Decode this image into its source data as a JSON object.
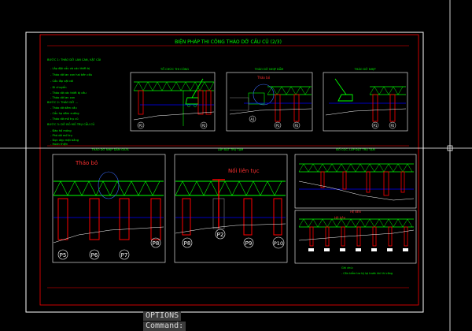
{
  "drawing": {
    "title": "BIỆN PHÁP THI CÔNG THÁO DỠ CẦU CŨ (2/3)",
    "steps": [
      {
        "heading": "BƯỚC 1: THÁO DỠ LAN CAN, VẬT CẢI",
        "lines": [
          "- Lắp đặt cẩu và các thiết bị",
          "- Tháo dỡ lan can hai bên cầu",
          "- Cẩu lắp vật cải",
          "- Di chuyển",
          "- Tháo dỡ các thiết bị cầu",
          "- Tháo dỡ lan can"
        ]
      },
      {
        "heading": "BƯỚC 2: THÁO DỠ ...",
        "lines": [
          "- Tháo dỡ dầm cầu",
          "- Cẩu hạ dầm xuống",
          "- Tháo dỡ mố trụ cũ"
        ]
      },
      {
        "heading": "BƯỚC 3: DỠ BỎ MỐ TRỤ CẦU CŨ",
        "lines": [
          "- Đào hố móng",
          "- Phá dỡ mố trụ",
          "- Dọn dẹp mặt bằng",
          "- Hoàn thiện"
        ]
      }
    ],
    "views": {
      "top1": {
        "title": "TỔ CHỨC THI CÔNG",
        "piers": [
          "P1",
          "P2"
        ]
      },
      "top2": {
        "title": "THÁO DỠ NHỊP DẦM",
        "piers": [
          "A1",
          "P1",
          "P2"
        ],
        "label": "Tháo bỏ"
      },
      "top3": {
        "title": "THÁO DỠ NHỊP",
        "piers": [
          "P1",
          "P2"
        ]
      },
      "big1": {
        "title": "THÁO DỠ NHỊP DẦM GIỮA",
        "label": "Tháo bỏ",
        "piers": [
          "P5",
          "P6",
          "P7",
          "P8"
        ]
      },
      "big2": {
        "title": "LẮP ĐẶT TRỤ TẠM",
        "label": "Nối liên tục",
        "piers": [
          "P8",
          "P2",
          "P9",
          "P10"
        ]
      },
      "r1": {
        "title": "ĐỔ CỌC, LẮP ĐẶT TRỤ TẠM"
      },
      "r2": {
        "title": "HỆ BÊN",
        "label": "Hệ bên"
      }
    },
    "note": {
      "title": "Ghi chú:",
      "text": "- Cần kiểm tra kỹ lại trước khi thi công"
    }
  },
  "command": {
    "options_label": "OPTIONS",
    "command_label": "Command:"
  },
  "colors": {
    "background": "#000000",
    "frame": "#ffffff",
    "border": "#ff0000",
    "text": "#00ff00",
    "truss": "#00ff00",
    "water": "#0000ff",
    "pier": "#ff0000",
    "crane": "#00ff00",
    "cursor": "#ffffff"
  }
}
